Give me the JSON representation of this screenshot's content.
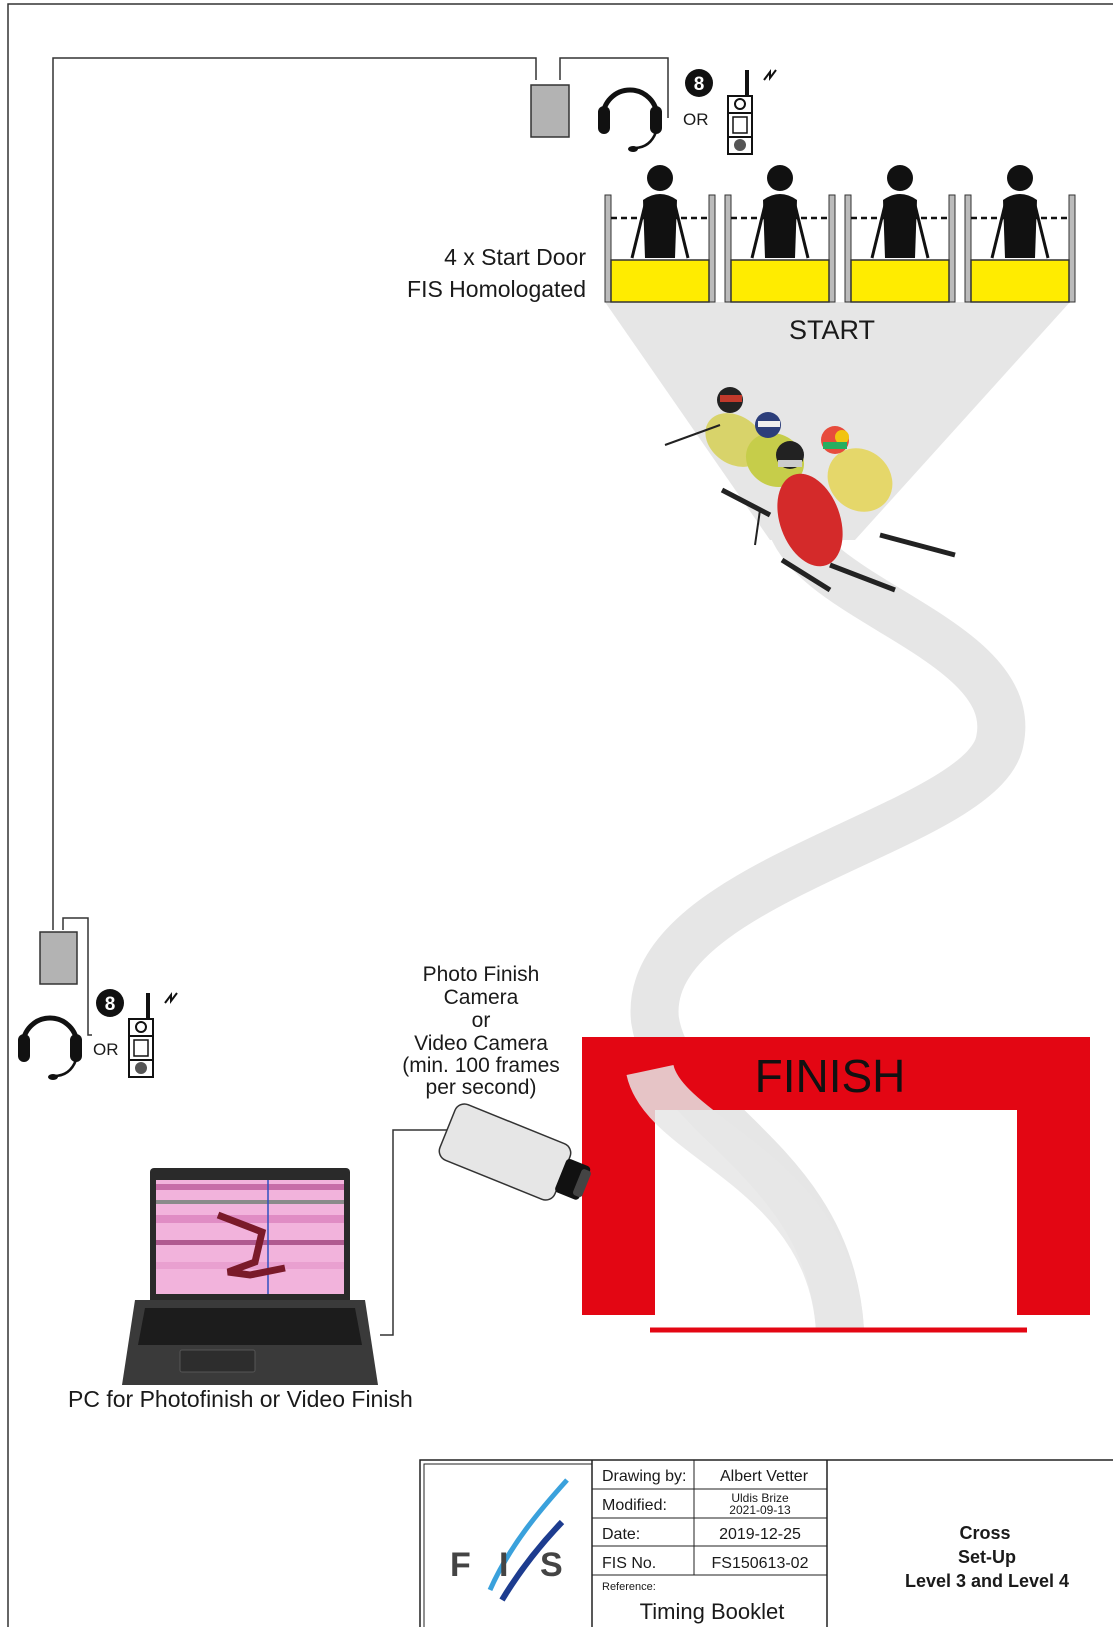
{
  "labels": {
    "start_door": [
      "4 x Start Door",
      "FIS Homologated"
    ],
    "start": "START",
    "finish": "FINISH",
    "camera": [
      "Photo Finish",
      "Camera",
      "or",
      "Video Camera",
      "(min. 100 frames",
      "per second)"
    ],
    "pc": "PC for Photofinish or Video Finish",
    "or_top": "OR",
    "or_bottom": "OR"
  },
  "title_block": {
    "logo": "FIS",
    "drawing_by_label": "Drawing by:",
    "drawing_by": "Albert Vetter",
    "modified_label": "Modified:",
    "modified_by": "Uldis Brize",
    "modified_date": "2021-09-13",
    "date_label": "Date:",
    "date": "2019-12-25",
    "fis_no_label": "FIS No.",
    "fis_no": "FS150613-02",
    "reference_label": "Reference:",
    "reference": "Timing Booklet",
    "title": [
      "Cross",
      "Set-Up",
      "Level 3 and Level 4"
    ]
  },
  "colors": {
    "finish_red": "#e30613",
    "gate_yellow": "#ffec00",
    "course_gray": "#e6e6e6",
    "device_gray": "#b3b3b3"
  },
  "icons": [
    "headset-icon",
    "radio-icon",
    "channel-8-icon",
    "laptop-icon",
    "camera-icon",
    "skier-icon",
    "fis-logo"
  ]
}
